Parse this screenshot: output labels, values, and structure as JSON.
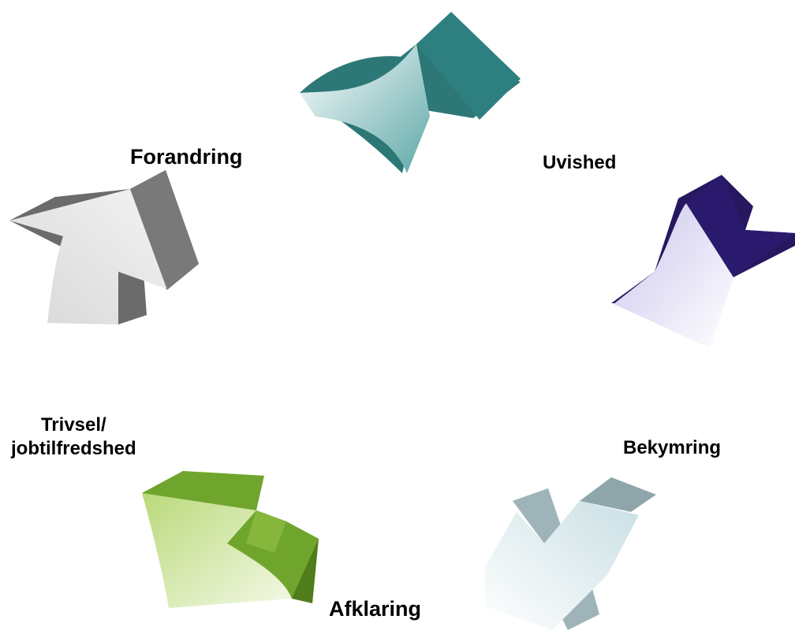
{
  "stages": {
    "forandring": "Forandring",
    "uvished": "Uvished",
    "bekymring": "Bekymring",
    "afklaring": "Afklaring",
    "trivsel_line1": "Trivsel/",
    "trivsel_line2": "jobtilfredshed"
  },
  "colors": {
    "teal": "#2e7f80",
    "indigo": "#2a1a6e",
    "pale_blue": "#9fb4b8",
    "green": "#6fa52c",
    "gray": "#6c6b6b"
  }
}
